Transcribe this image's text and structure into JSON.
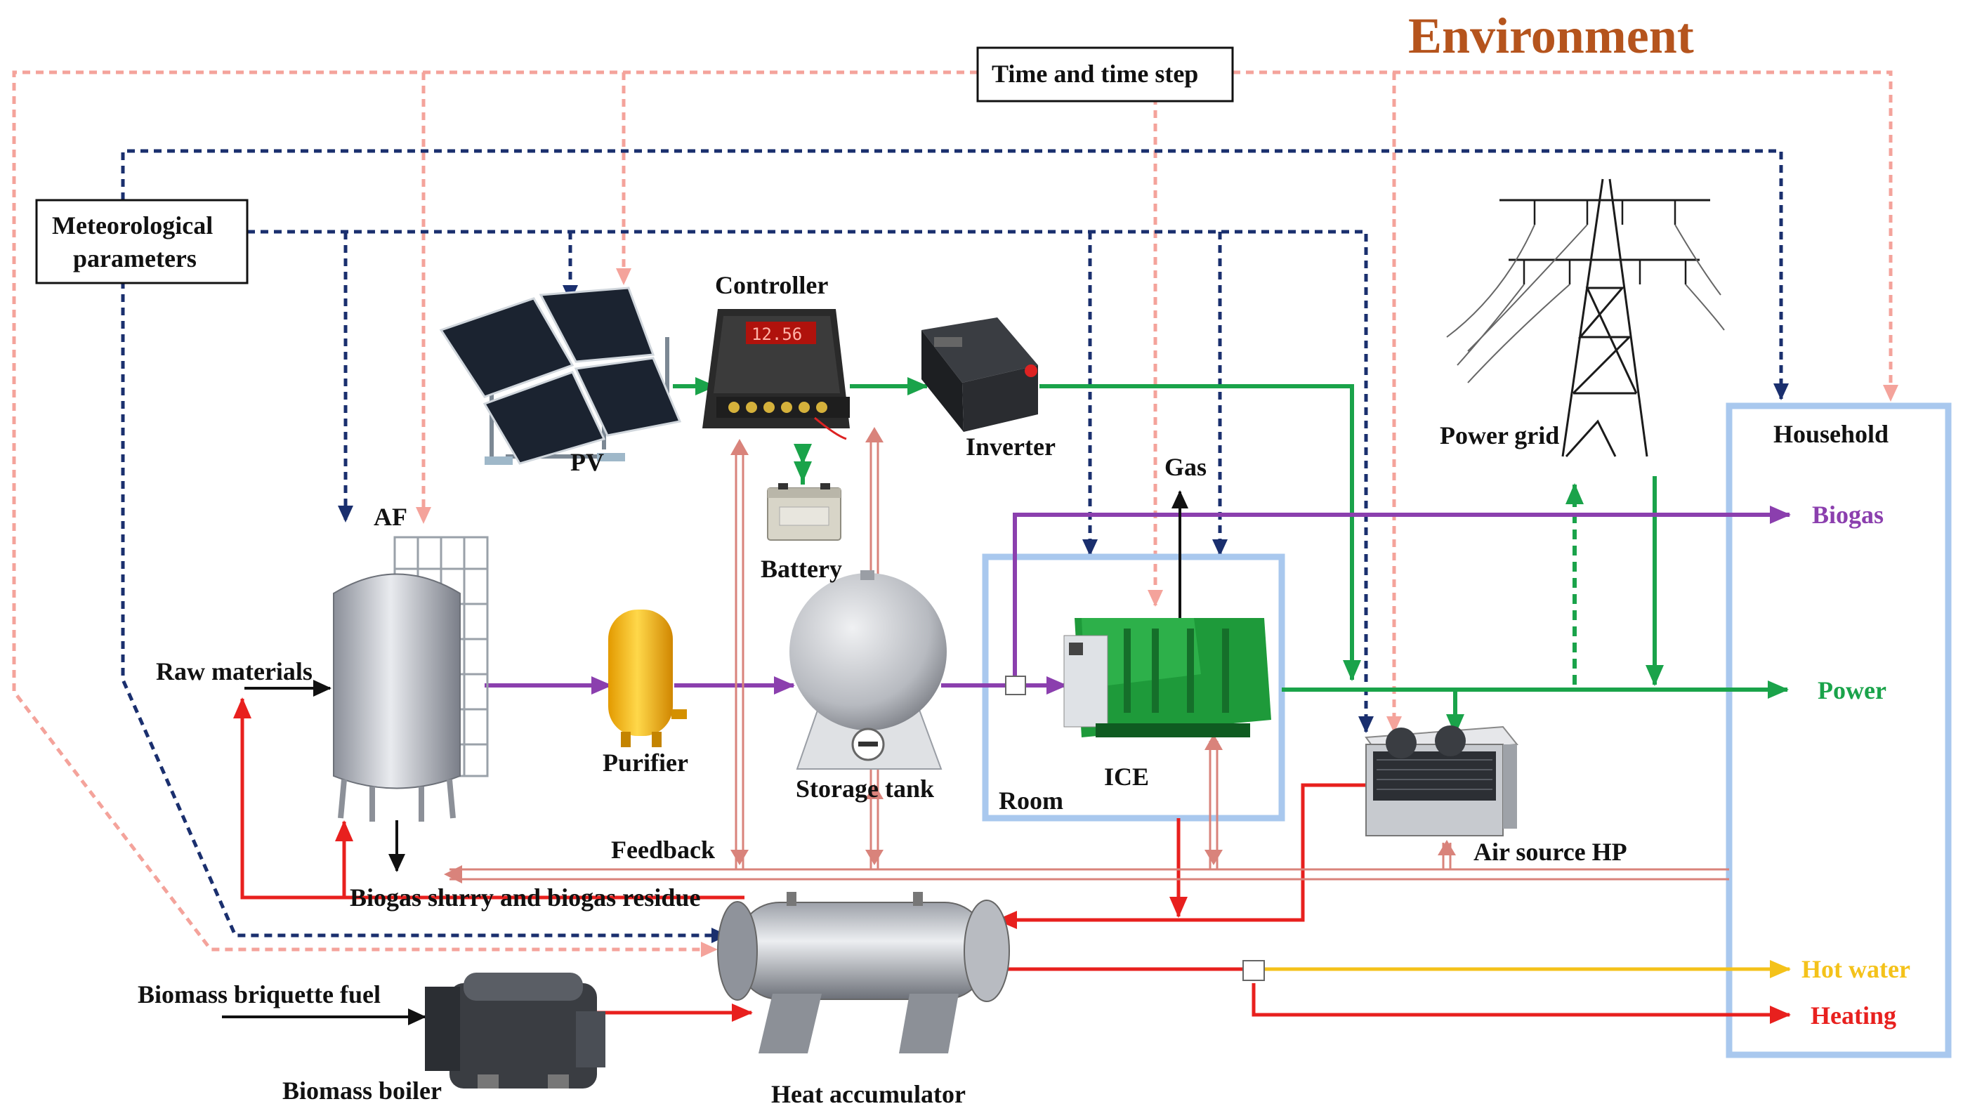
{
  "title": "Environment",
  "colors": {
    "title": "#b5541d",
    "time_line": "#f4a39b",
    "meteo_line": "#1a2f6e",
    "power": "#1aa34a",
    "biogas": "#8b3fae",
    "heat": "#e8201e",
    "hot_water": "#f4c21a",
    "feedback": "#d9837b",
    "room_box": "#a9c8ee",
    "household_box": "#a9c8ee"
  },
  "boxes": {
    "time": "Time and time step",
    "meteo_line1": "Meteorological",
    "meteo_line2": "parameters"
  },
  "components": {
    "pv": "PV",
    "controller": "Controller",
    "inverter": "Inverter",
    "battery": "Battery",
    "af": "AF",
    "purifier": "Purifier",
    "storage_tank": "Storage tank",
    "gas": "Gas",
    "ice": "ICE",
    "room": "Room",
    "power_grid": "Power grid",
    "air_source_hp": "Air source HP",
    "household": "Household",
    "heat_accumulator": "Heat accumulator",
    "biomass_boiler": "Biomass boiler"
  },
  "inputs": {
    "raw_materials": "Raw materials",
    "biomass_fuel": "Biomass briquette fuel",
    "feedback": "Feedback",
    "slurry": "Biogas slurry and biogas residue"
  },
  "outputs": {
    "biogas": "Biogas",
    "power": "Power",
    "hot_water": "Hot water",
    "heating": "Heating"
  }
}
